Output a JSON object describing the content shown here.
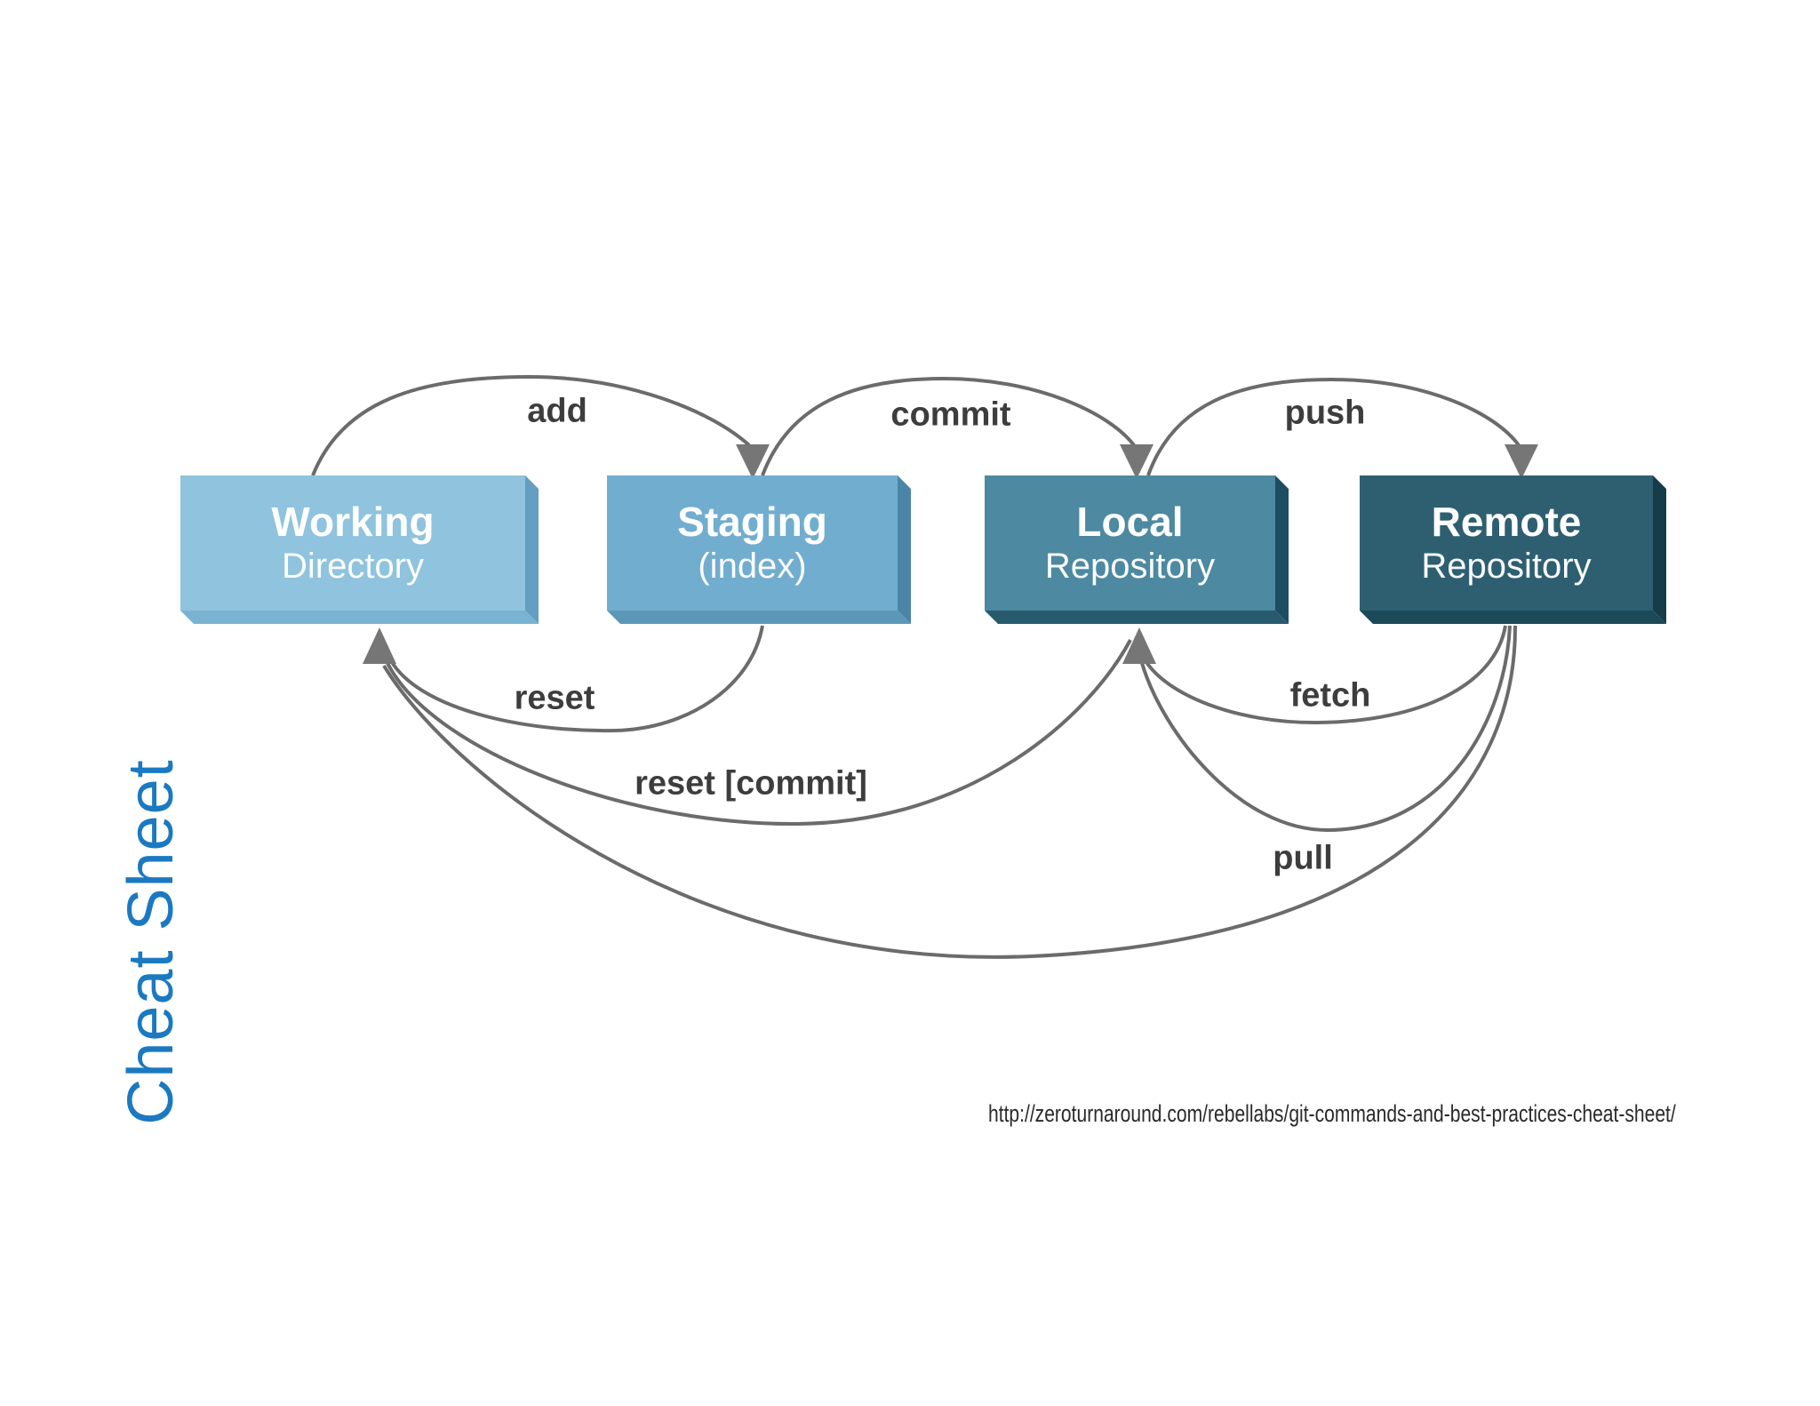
{
  "page": {
    "background_color": "#ffffff"
  },
  "title_vertical": {
    "text": "Cheat Sheet",
    "color": "#1b79c1"
  },
  "source_url": {
    "text": "http://zeroturnaround.com/rebellabs/git-commands-and-best-practices-cheat-sheet/"
  },
  "diagram": {
    "arrow_color": "#6b6b6b",
    "arrowhead_color": "#767676",
    "edge_label_color": "#3d3d3d",
    "boxes": [
      {
        "id": "working-directory",
        "title": "Working",
        "subtitle": "Directory",
        "face_color": "#8fc3de",
        "side_color": "#649ec0",
        "bottom_color": "#7ab3d1",
        "text_color": "#ffffff"
      },
      {
        "id": "staging",
        "title": "Staging",
        "subtitle": "(index)",
        "face_color": "#71adcf",
        "side_color": "#4a85a8",
        "bottom_color": "#5d97b8",
        "text_color": "#ffffff"
      },
      {
        "id": "local-repository",
        "title": "Local",
        "subtitle": "Repository",
        "face_color": "#4d89a0",
        "side_color": "#1d4d60",
        "bottom_color": "#275a6d",
        "text_color": "#ffffff"
      },
      {
        "id": "remote-repository",
        "title": "Remote",
        "subtitle": "Repository",
        "face_color": "#2e5f71",
        "side_color": "#163c4a",
        "bottom_color": "#1b4958",
        "text_color": "#ffffff"
      }
    ],
    "edges": [
      {
        "label": "add",
        "from": "working-directory",
        "to": "staging",
        "position": "top"
      },
      {
        "label": "commit",
        "from": "staging",
        "to": "local-repository",
        "position": "top"
      },
      {
        "label": "push",
        "from": "local-repository",
        "to": "remote-repository",
        "position": "top"
      },
      {
        "label": "reset",
        "from": "staging",
        "to": "working-directory",
        "position": "bottom"
      },
      {
        "label": "reset [commit]",
        "from": "local-repository",
        "to": "working-directory",
        "position": "bottom"
      },
      {
        "label": "fetch",
        "from": "remote-repository",
        "to": "local-repository",
        "position": "bottom"
      },
      {
        "label": "pull",
        "from": "remote-repository",
        "to": "working-directory",
        "position": "bottom"
      }
    ]
  }
}
